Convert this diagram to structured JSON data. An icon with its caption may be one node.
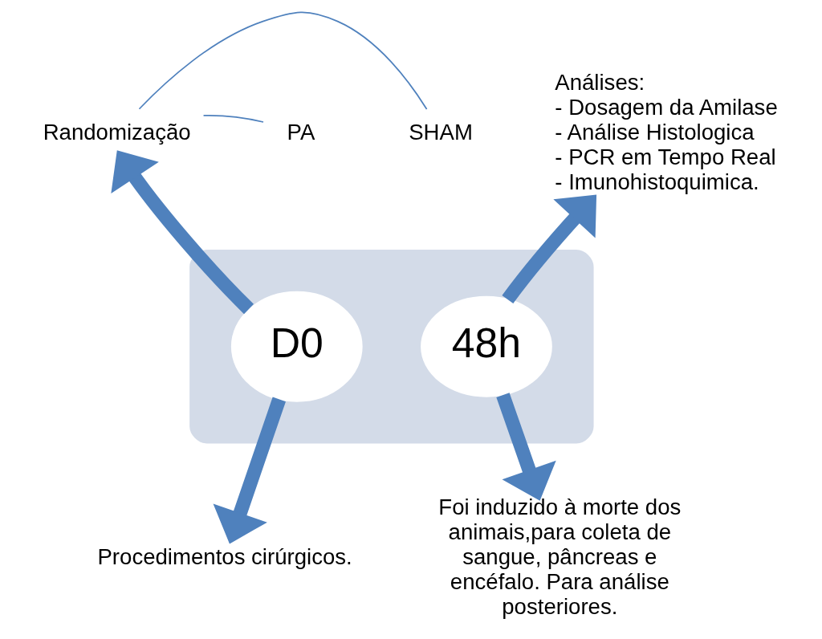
{
  "diagram": {
    "nodes": [
      {
        "text": [],
        "shape": "bar"
      },
      {
        "text": [
          "D0"
        ],
        "in": 0
      },
      {
        "text": [
          "48h"
        ],
        "in": 0
      },
      {
        "text": [
          "Randomização"
        ]
      },
      {
        "text": [
          "PA"
        ]
      },
      {
        "text": [
          "SHAM"
        ]
      },
      {
        "text": [
          "Análises:",
          "- Dosagem da Amilase",
          "- Análise Histologica",
          "- PCR em Tempo Real",
          "- Imunohistoquimica."
        ]
      },
      {
        "text": [
          "Procedimentos cirúrgicos."
        ]
      },
      {
        "text": [
          "Foi induzido à morte dos animais,para coleta de sangue, pâncreas e encéfalo. Para análise posteriores."
        ]
      }
    ],
    "edges": [
      {
        "from": 1,
        "to": 3,
        "arrow": "to"
      },
      {
        "from": 3,
        "to": 4,
        "arrow": "none"
      },
      {
        "from": 3,
        "to": 5,
        "arrow": "none"
      },
      {
        "from": 2,
        "to": 6,
        "arrow": "to"
      },
      {
        "from": 1,
        "to": 7,
        "arrow": "to"
      },
      {
        "from": 2,
        "to": 8,
        "arrow": "to"
      }
    ]
  }
}
